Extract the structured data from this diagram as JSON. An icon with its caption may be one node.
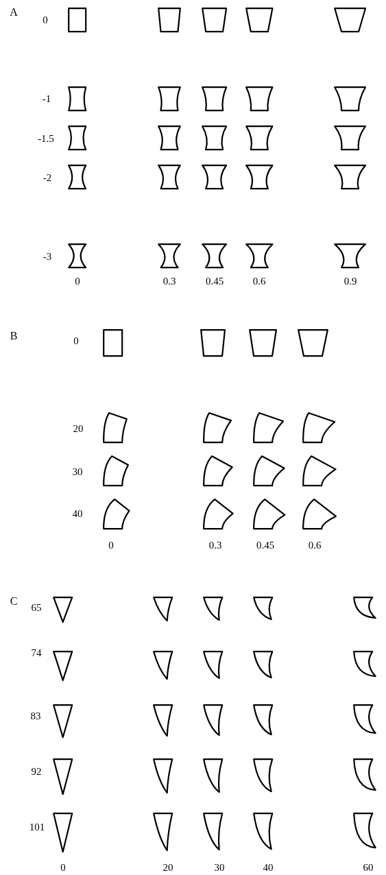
{
  "diagram": {
    "labels": [
      "A",
      "0",
      "-1",
      "-1.5",
      "-2",
      "-3",
      "0",
      "0.3",
      "0.45",
      "0.6",
      "0.9",
      "B",
      "0",
      "20",
      "30",
      "40",
      "0",
      "0.3",
      "0.45",
      "0.6",
      "C",
      "65",
      "74",
      "83",
      "92",
      "101",
      "0",
      "20",
      "30",
      "40",
      "60"
    ]
  }
}
